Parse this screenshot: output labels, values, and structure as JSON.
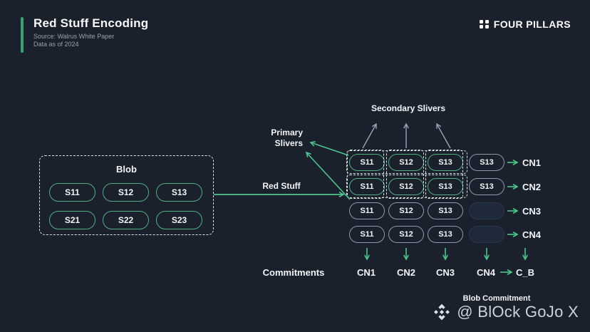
{
  "header": {
    "title": "Red Stuff Encoding",
    "source": "Source: Walrus White Paper",
    "data_as_of": "Data as of 2024"
  },
  "brand": {
    "top_label": "FOUR PILLARS",
    "top_logo_icon": "four-dots-logo",
    "bottom_logo_icon": "binance-diamond-icon",
    "handle": "@ BlOck GoJo X"
  },
  "blob": {
    "label": "Blob",
    "rows": [
      [
        "S11",
        "S12",
        "S13"
      ],
      [
        "S21",
        "S22",
        "S23"
      ]
    ]
  },
  "flow": {
    "red_stuff": "Red Stuff",
    "primary_line1": "Primary",
    "primary_line2": "Slivers",
    "secondary": "Secondary Slivers"
  },
  "grid": {
    "rows": [
      {
        "slivers": [
          "S11",
          "S12",
          "S13"
        ],
        "extra": "S13",
        "extra_empty": false,
        "cn": "CN1"
      },
      {
        "slivers": [
          "S11",
          "S12",
          "S13"
        ],
        "extra": "S13",
        "extra_empty": false,
        "cn": "CN2"
      },
      {
        "slivers": [
          "S11",
          "S12",
          "S13"
        ],
        "extra": "",
        "extra_empty": true,
        "cn": "CN3"
      },
      {
        "slivers": [
          "S11",
          "S12",
          "S13"
        ],
        "extra": "",
        "extra_empty": true,
        "cn": "CN4"
      }
    ]
  },
  "bottom": {
    "commitments_label": "Commitments",
    "node_labels": [
      "CN1",
      "CN2",
      "CN3",
      "CN4"
    ],
    "final_label": "C_B",
    "blob_commitment": "Blob Commitment"
  },
  "colors": {
    "background": "#1a212c",
    "accent_green": "#37a36e",
    "pill_green_border": "#4faf82",
    "arrow_green": "#4cc48a",
    "arrow_gray": "#9aa5b1",
    "dashed_border": "#d9e4de",
    "gray_pill_border": "#8e99a6",
    "text_primary": "#f2f5f7",
    "text_muted": "#96a0ab"
  }
}
